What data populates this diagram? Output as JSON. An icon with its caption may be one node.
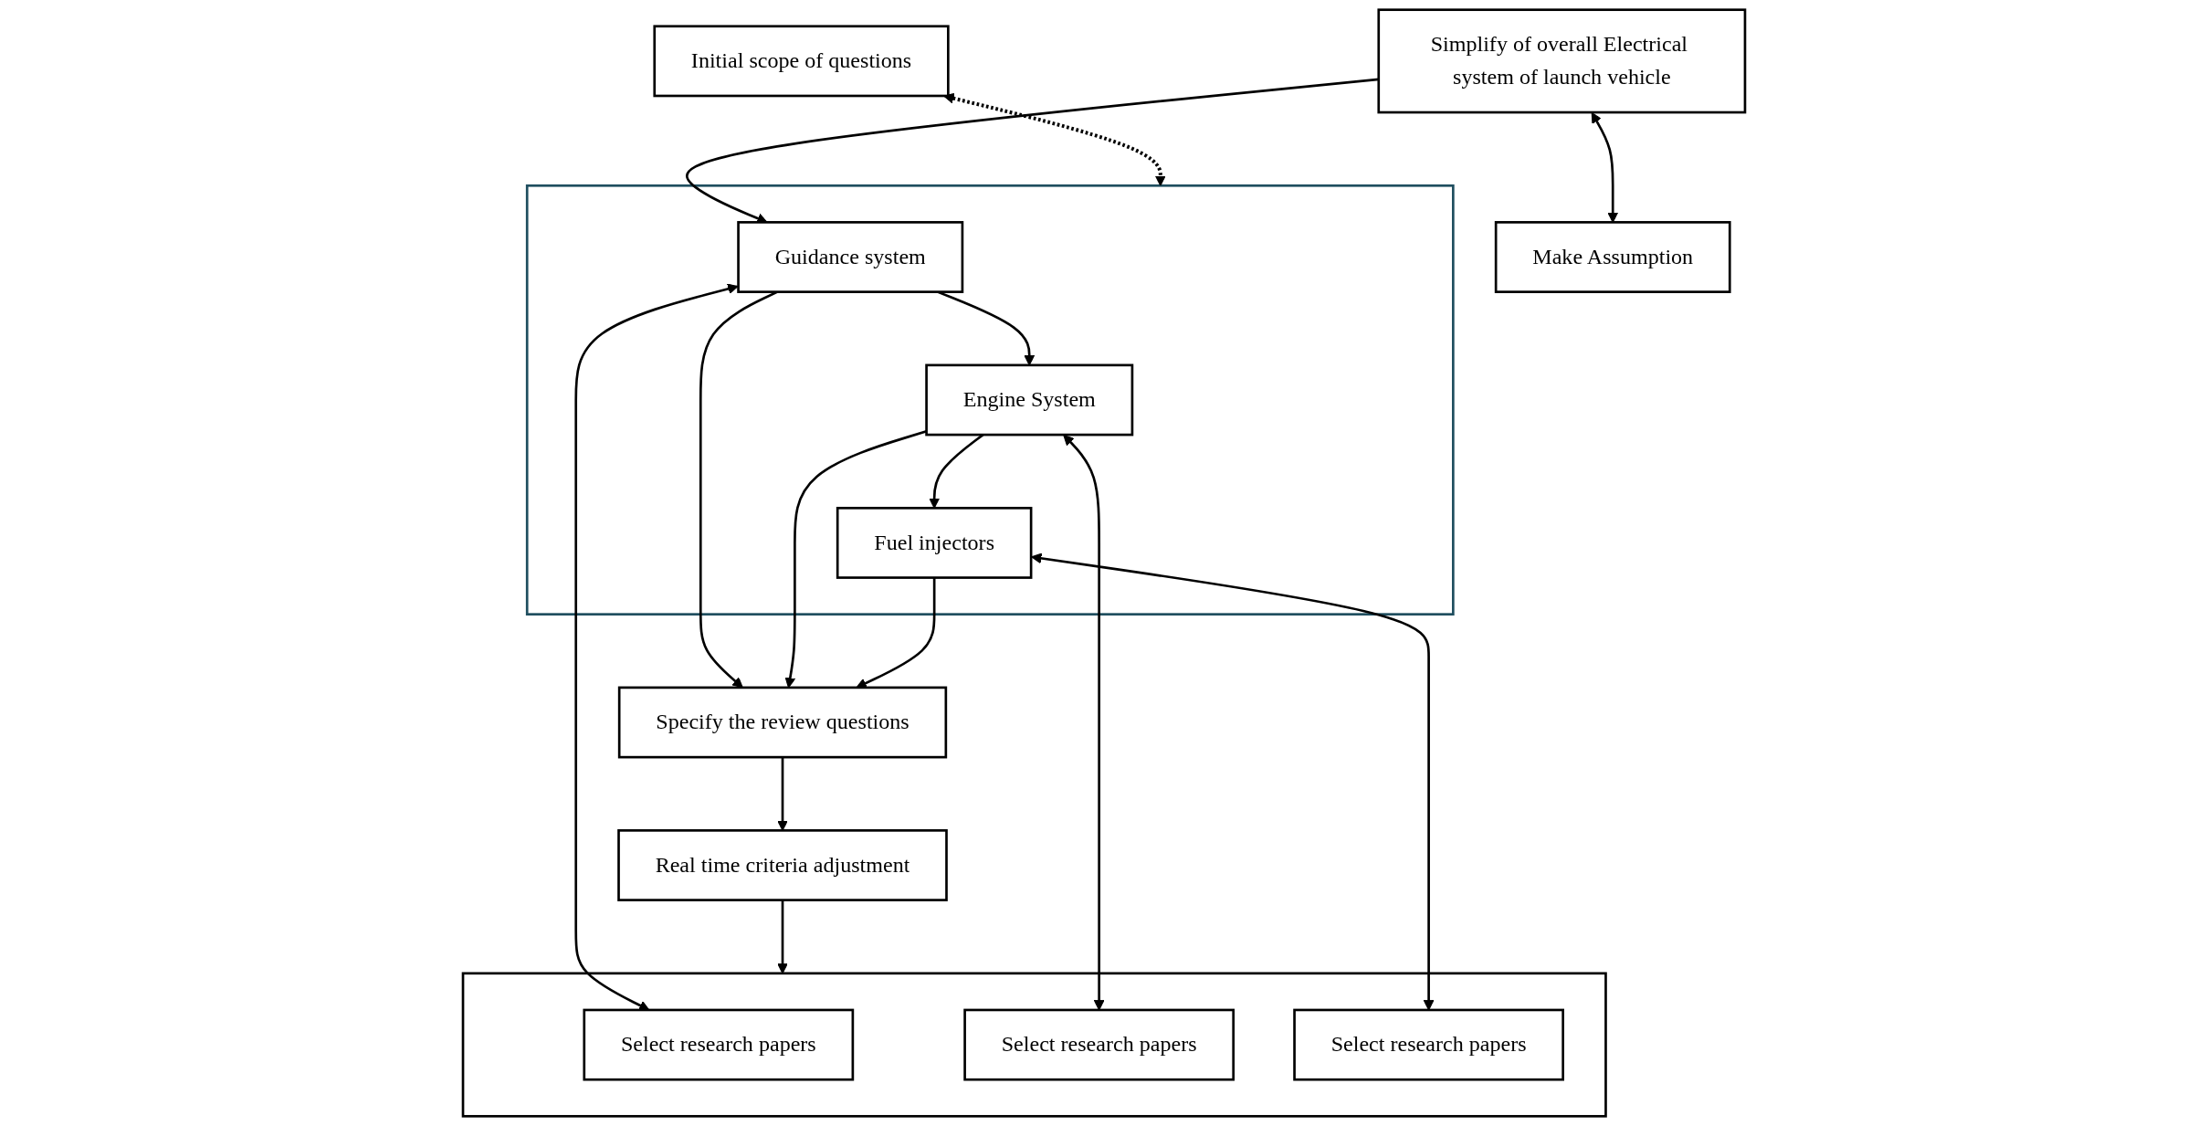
{
  "diagram": {
    "nodes": [
      {
        "text": [
          "Initial scope of questions"
        ]
      },
      {
        "text": [
          "Simplify of overall Electrical system of launch vehicle"
        ]
      },
      {
        "text": [
          "Make Assumption"
        ]
      },
      {
        "text": [],
        "shape": "box"
      },
      {
        "text": [
          "Guidance system"
        ],
        "in": 3
      },
      {
        "text": [
          "Engine System"
        ],
        "in": 3
      },
      {
        "text": [
          "Fuel injectors"
        ],
        "in": 3
      },
      {
        "text": [],
        "shape": "box"
      },
      {
        "text": [
          "Select research papers"
        ],
        "in": 7
      },
      {
        "text": [
          "Select research papers"
        ],
        "in": 7
      },
      {
        "text": [
          "Select research papers"
        ],
        "in": 7
      },
      {
        "text": [
          "Specify the review questions"
        ]
      },
      {
        "text": [
          "Real time criteria adjustment"
        ]
      }
    ],
    "edges": [
      {
        "from": 1,
        "to": 2,
        "arrow": "both"
      },
      {
        "from": 1,
        "to": 4,
        "arrow": "to"
      },
      {
        "from": 0,
        "to": 3,
        "arrow": "both",
        "style": "dashed"
      },
      {
        "from": 4,
        "to": 8,
        "arrow": "both"
      },
      {
        "from": 4,
        "to": 5,
        "arrow": "to"
      },
      {
        "from": 4,
        "to": 11,
        "arrow": "to"
      },
      {
        "from": 5,
        "to": 9,
        "arrow": "both"
      },
      {
        "from": 5,
        "to": 6,
        "arrow": "to"
      },
      {
        "from": 5,
        "to": 11,
        "arrow": "to"
      },
      {
        "from": 6,
        "to": 10,
        "arrow": "both"
      },
      {
        "from": 6,
        "to": 11,
        "arrow": "to"
      },
      {
        "from": 12,
        "to": 7,
        "arrow": "to"
      },
      {
        "from": 11,
        "to": 12,
        "arrow": "to"
      }
    ]
  }
}
